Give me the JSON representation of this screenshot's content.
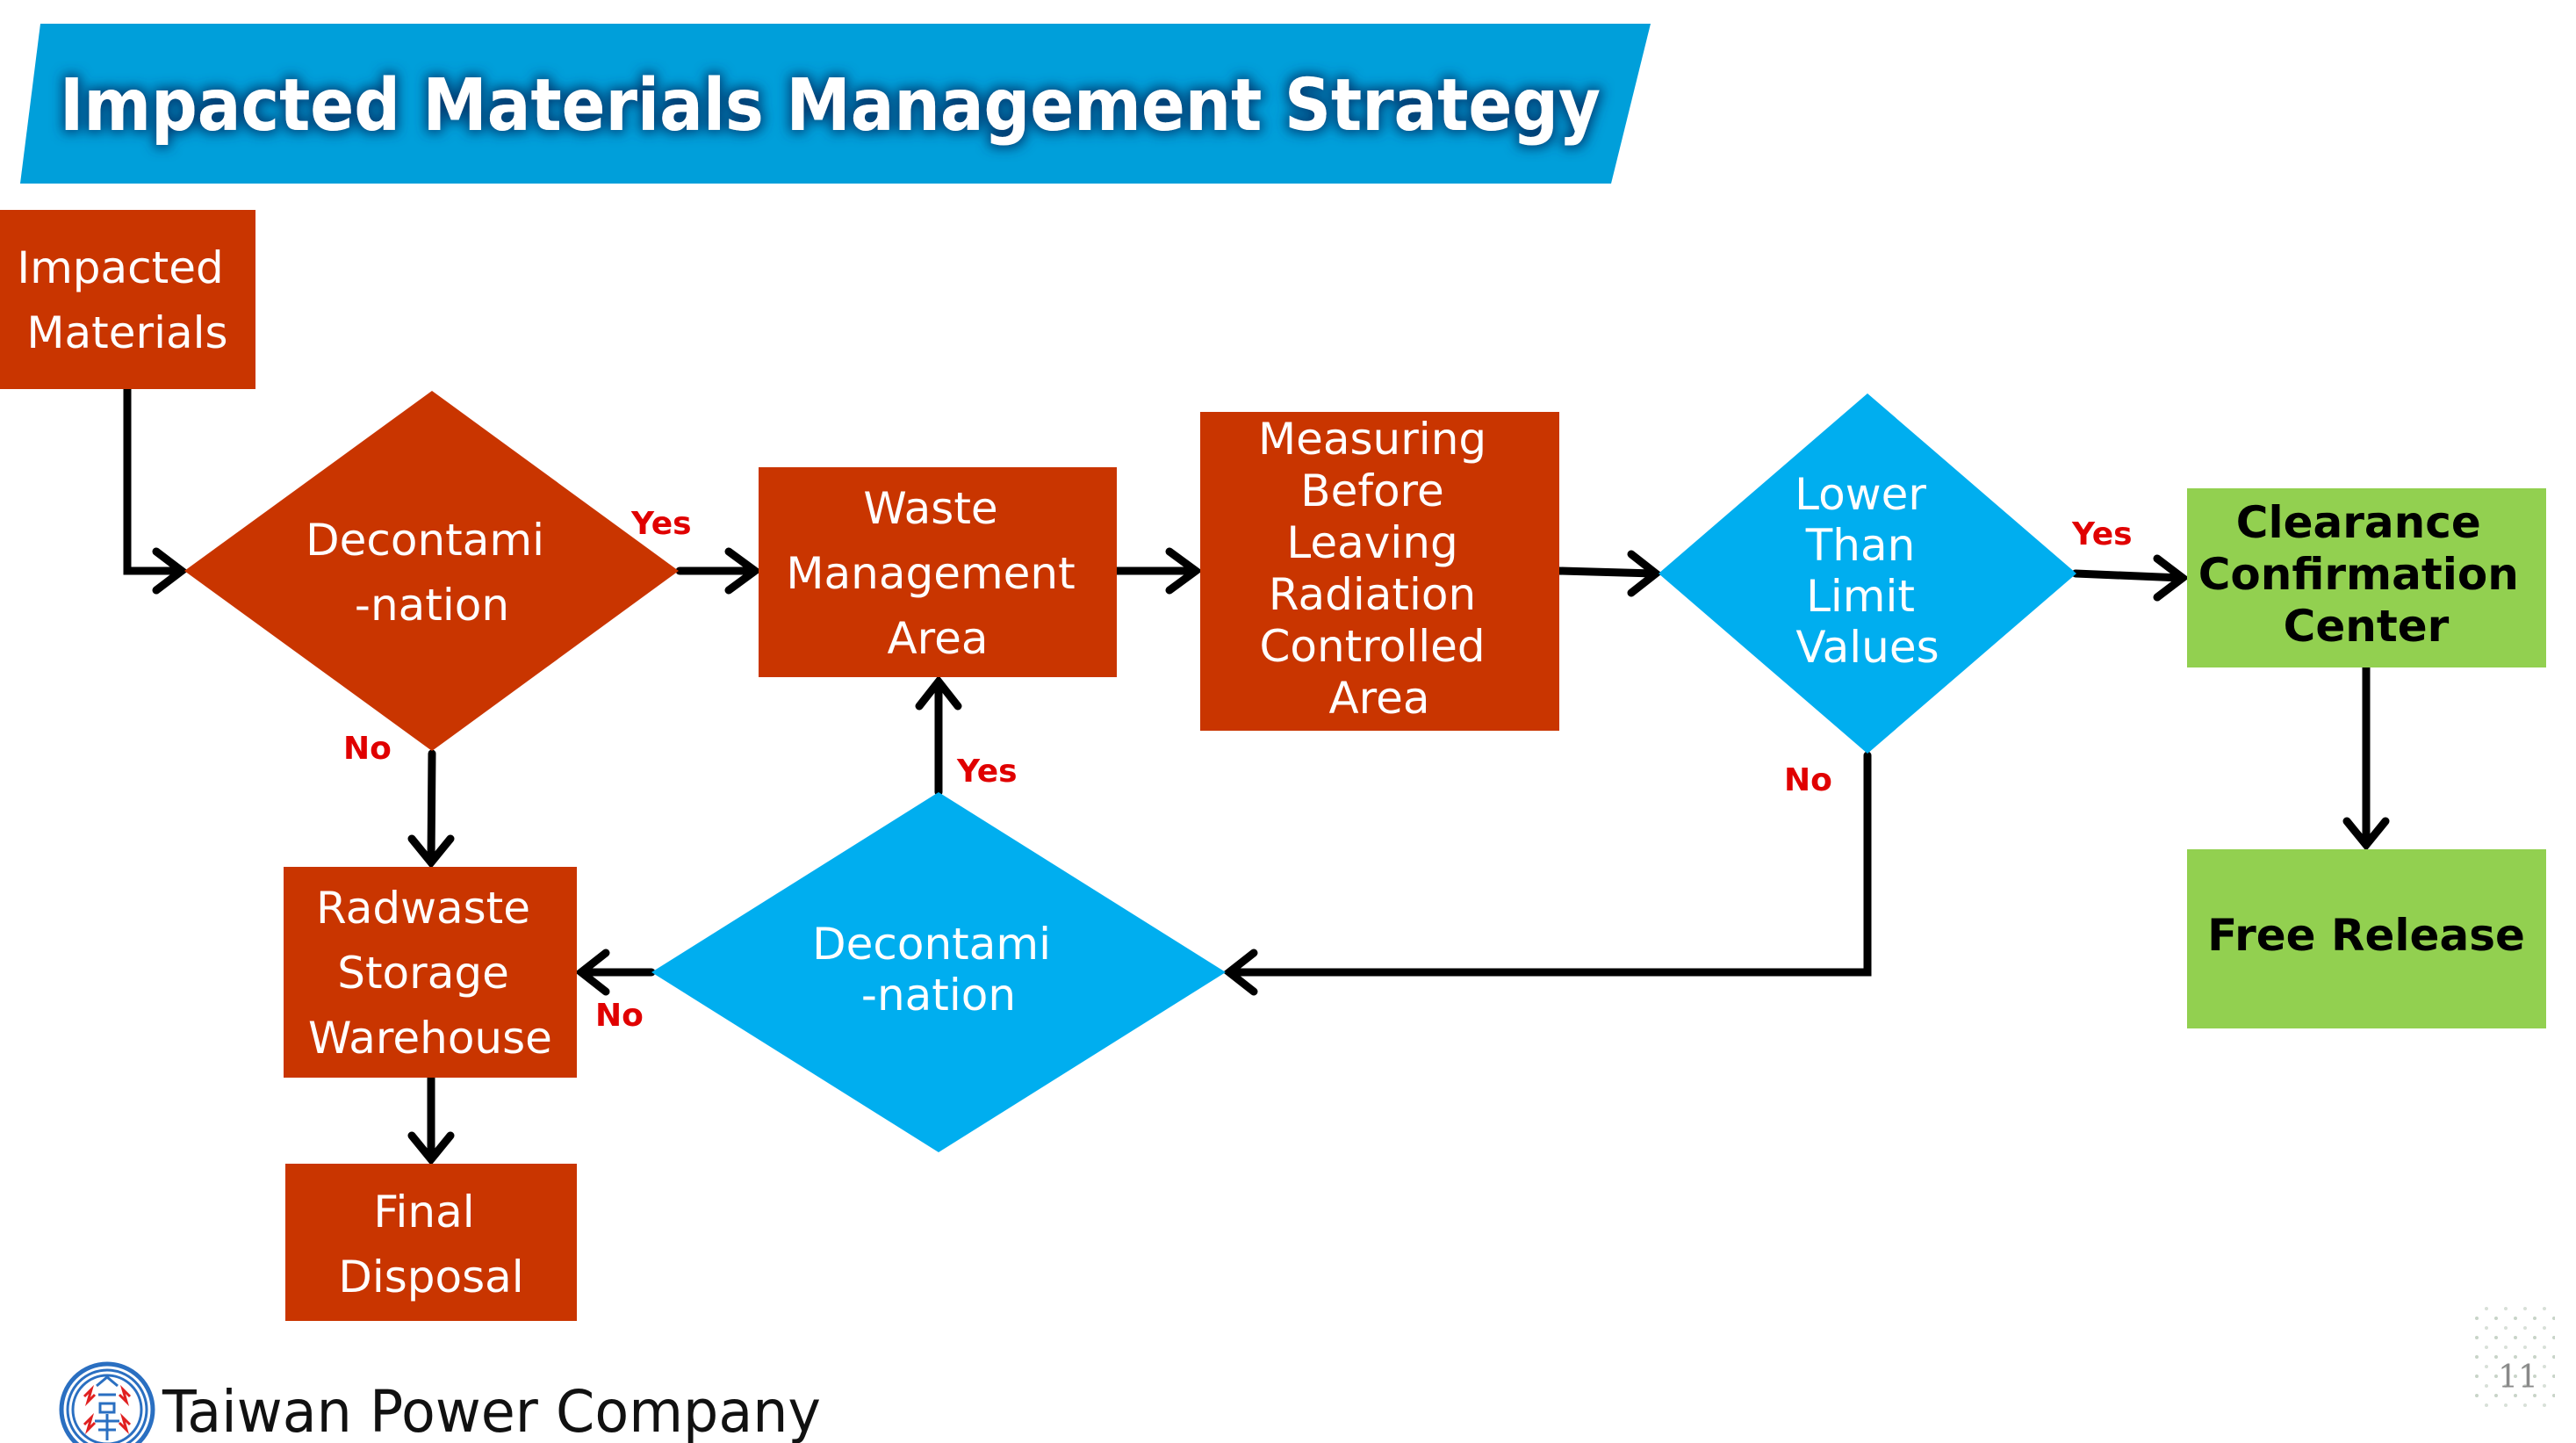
{
  "slide": {
    "title": "Impacted Materials Management Strategy",
    "page_number": "11",
    "footer": {
      "company": "Taiwan Power Company",
      "logo_icon": "taipower-logo-icon"
    }
  },
  "colors": {
    "process": "#C93500",
    "decision_primary": "#C93500",
    "decision_secondary": "#00AEEF",
    "clearance": "#92D050",
    "banner": "#009FDA",
    "branch_label": "#E00000",
    "connector": "#000000"
  },
  "nodes": {
    "impacted_materials": {
      "type": "process",
      "lines": [
        "Impacted",
        "Materials"
      ]
    },
    "decontamination_1": {
      "type": "decision",
      "lines": [
        "Decontami",
        "-nation"
      ]
    },
    "waste_management_area": {
      "type": "process",
      "lines": [
        "Waste",
        "Management",
        "Area"
      ]
    },
    "measuring": {
      "type": "process",
      "lines": [
        "Measuring",
        "Before",
        "Leaving",
        "Radiation",
        "Controlled",
        "Area"
      ]
    },
    "lower_than_limit": {
      "type": "decision",
      "lines": [
        "Lower",
        "Than",
        "Limit",
        "Values"
      ]
    },
    "clearance_center": {
      "type": "terminal",
      "lines": [
        "Clearance",
        "Confirmation",
        "Center"
      ]
    },
    "free_release": {
      "type": "terminal",
      "lines": [
        "Free Release"
      ]
    },
    "radwaste_storage": {
      "type": "process",
      "lines": [
        "Radwaste",
        "Storage",
        "Warehouse"
      ]
    },
    "decontamination_2": {
      "type": "decision",
      "lines": [
        "Decontami",
        "-nation"
      ]
    },
    "final_disposal": {
      "type": "process",
      "lines": [
        "Final",
        "Disposal"
      ]
    }
  },
  "edges": [
    {
      "from": "impacted_materials",
      "to": "decontamination_1",
      "label": ""
    },
    {
      "from": "decontamination_1",
      "to": "waste_management_area",
      "label": "Yes"
    },
    {
      "from": "decontamination_1",
      "to": "radwaste_storage",
      "label": "No"
    },
    {
      "from": "waste_management_area",
      "to": "measuring",
      "label": ""
    },
    {
      "from": "measuring",
      "to": "lower_than_limit",
      "label": ""
    },
    {
      "from": "lower_than_limit",
      "to": "clearance_center",
      "label": "Yes"
    },
    {
      "from": "lower_than_limit",
      "to": "decontamination_2",
      "label": "No"
    },
    {
      "from": "clearance_center",
      "to": "free_release",
      "label": ""
    },
    {
      "from": "decontamination_2",
      "to": "waste_management_area",
      "label": "Yes"
    },
    {
      "from": "decontamination_2",
      "to": "radwaste_storage",
      "label": "No"
    },
    {
      "from": "radwaste_storage",
      "to": "final_disposal",
      "label": ""
    }
  ],
  "labels": {
    "yes": "Yes",
    "no": "No"
  }
}
